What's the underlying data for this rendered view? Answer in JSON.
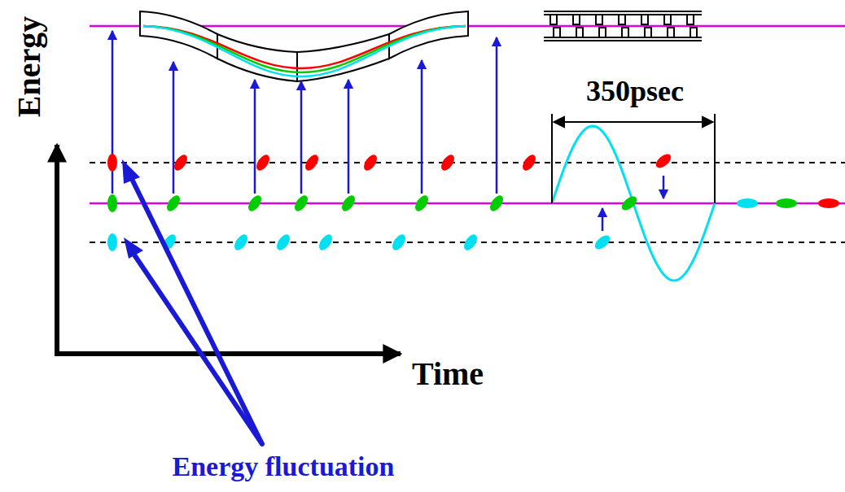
{
  "diagram": {
    "labels": [
      "Energy",
      "Time",
      "350psec",
      "Energy fluctuation"
    ]
  }
}
